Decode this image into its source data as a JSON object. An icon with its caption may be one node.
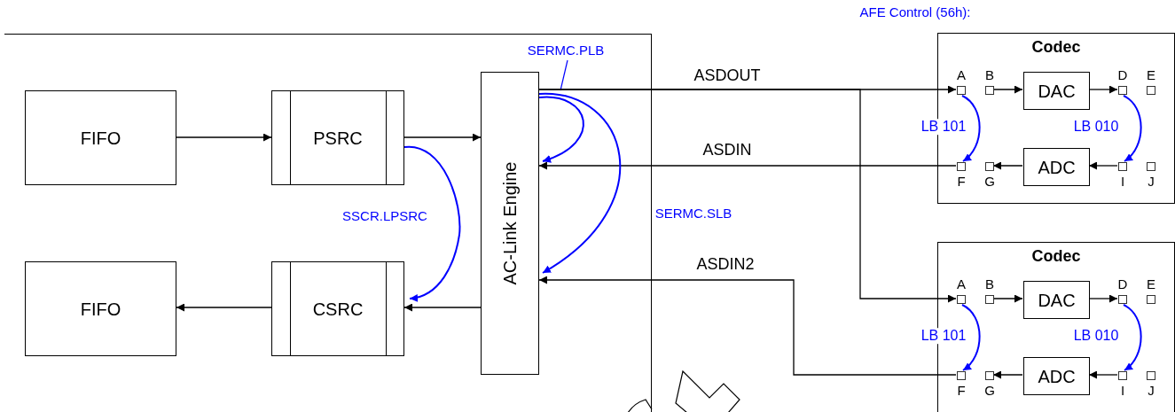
{
  "diagram": {
    "nodes": [
      {
        "text": [],
        "shape": "box"
      },
      {
        "text": [
          "FIFO"
        ],
        "in": 0
      },
      {
        "text": [
          "PSRC"
        ],
        "in": 0
      },
      {
        "text": [
          "AC-Link Engine"
        ],
        "in": 0
      },
      {
        "text": [
          "FIFO"
        ],
        "in": 0
      },
      {
        "text": [
          "CSRC"
        ],
        "in": 0
      },
      {
        "text": [
          "Codec"
        ]
      },
      {
        "text": [
          "A"
        ],
        "in": 6
      },
      {
        "text": [
          "B"
        ],
        "in": 6
      },
      {
        "text": [
          "DAC"
        ],
        "in": 6
      },
      {
        "text": [
          "D"
        ],
        "in": 6
      },
      {
        "text": [
          "E"
        ],
        "in": 6
      },
      {
        "text": [
          "F"
        ],
        "in": 6
      },
      {
        "text": [
          "G"
        ],
        "in": 6
      },
      {
        "text": [
          "ADC"
        ],
        "in": 6
      },
      {
        "text": [
          "I"
        ],
        "in": 6
      },
      {
        "text": [
          "J"
        ],
        "in": 6
      },
      {
        "text": [
          "Codec"
        ]
      },
      {
        "text": [
          "A"
        ],
        "in": 17
      },
      {
        "text": [
          "B"
        ],
        "in": 17
      },
      {
        "text": [
          "DAC"
        ],
        "in": 17
      },
      {
        "text": [
          "D"
        ],
        "in": 17
      },
      {
        "text": [
          "E"
        ],
        "in": 17
      },
      {
        "text": [
          "F"
        ],
        "in": 17
      },
      {
        "text": [
          "G"
        ],
        "in": 17
      },
      {
        "text": [
          "ADC"
        ],
        "in": 17
      },
      {
        "text": [
          "I"
        ],
        "in": 17
      },
      {
        "text": [
          "J"
        ],
        "in": 17
      }
    ],
    "edges": [
      {
        "from": 1,
        "to": 2,
        "arrow": "to"
      },
      {
        "from": 2,
        "to": 3,
        "arrow": "to"
      },
      {
        "from": 3,
        "to": 5,
        "arrow": "to"
      },
      {
        "from": 5,
        "to": 4,
        "arrow": "to"
      },
      {
        "from": 3,
        "to": 7,
        "arrow": "to",
        "label": "ASDOUT"
      },
      {
        "from": 3,
        "to": 18,
        "arrow": "to"
      },
      {
        "from": 12,
        "to": 3,
        "arrow": "to",
        "label": "ASDIN"
      },
      {
        "from": 23,
        "to": 3,
        "arrow": "to",
        "label": "ASDIN2"
      },
      {
        "from": 8,
        "to": 9,
        "arrow": "to"
      },
      {
        "from": 9,
        "to": 10,
        "arrow": "to"
      },
      {
        "from": 15,
        "to": 14,
        "arrow": "to"
      },
      {
        "from": 14,
        "to": 13,
        "arrow": "to"
      },
      {
        "from": 19,
        "to": 20,
        "arrow": "to"
      },
      {
        "from": 20,
        "to": 21,
        "arrow": "to"
      },
      {
        "from": 26,
        "to": 25,
        "arrow": "to"
      },
      {
        "from": 25,
        "to": 24,
        "arrow": "to"
      },
      {
        "from": 7,
        "to": 12,
        "arrow": "to",
        "label": "LB 101",
        "color": "#0000ff"
      },
      {
        "from": 10,
        "to": 15,
        "arrow": "to",
        "label": "LB 010",
        "color": "#0000ff"
      },
      {
        "from": 18,
        "to": 23,
        "arrow": "to",
        "label": "LB 101",
        "color": "#0000ff"
      },
      {
        "from": 21,
        "to": 26,
        "arrow": "to",
        "label": "LB 010",
        "color": "#0000ff"
      },
      {
        "from": 2,
        "to": 5,
        "arrow": "to",
        "label": "SSCR.LPSRC",
        "color": "#0000ff"
      },
      {
        "from": 3,
        "to": 3,
        "arrow": "to",
        "label": "SERMC.PLB",
        "color": "#0000ff"
      },
      {
        "from": 3,
        "to": 3,
        "arrow": "to",
        "label": "SERMC.SLB",
        "color": "#0000ff"
      }
    ],
    "labels": [
      "AFE Control (56h):"
    ]
  }
}
